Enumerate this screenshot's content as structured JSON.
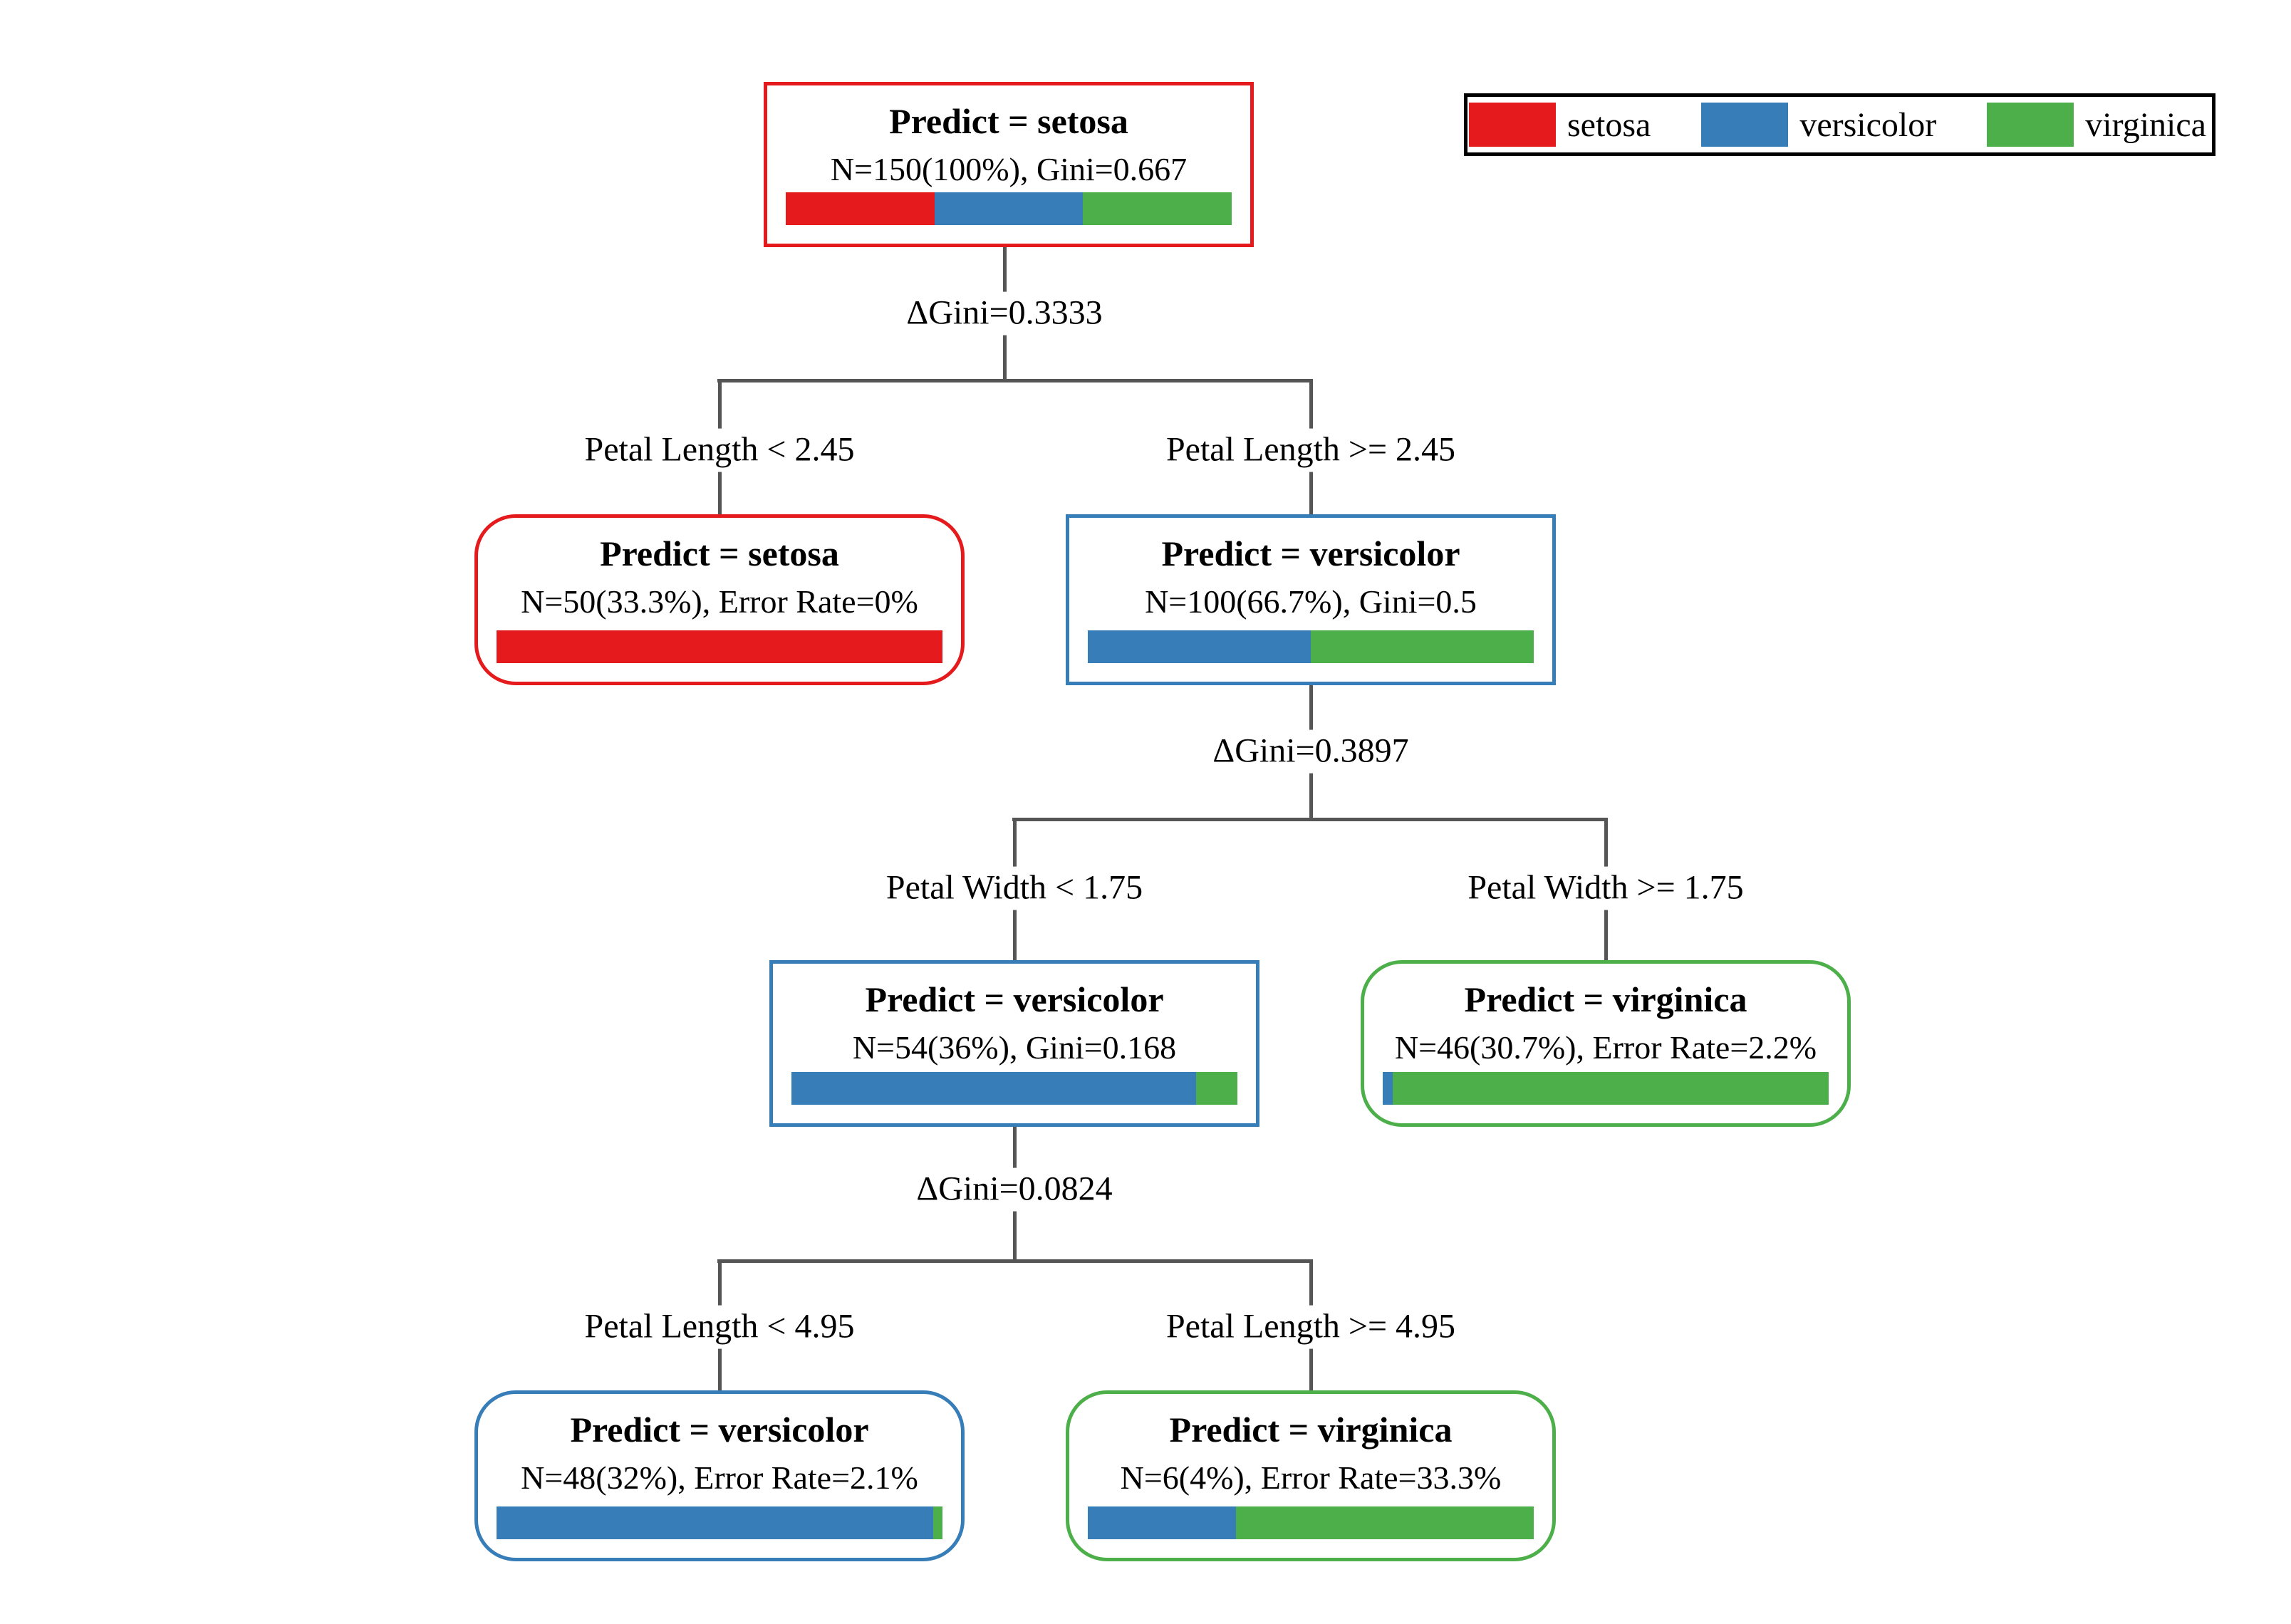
{
  "figure": {
    "type": "decision-tree",
    "description": "CART decision tree on iris classes"
  },
  "palette": {
    "setosa": "#e41a1c",
    "versicolor": "#377eb8",
    "virginica": "#4daf4a",
    "line": "#555555",
    "legend_border": "#000000"
  },
  "legend": {
    "items": [
      {
        "label": "setosa",
        "class": "setosa"
      },
      {
        "label": "versicolor",
        "class": "versicolor"
      },
      {
        "label": "virginica",
        "class": "virginica"
      }
    ]
  },
  "nodes": {
    "root": {
      "title": "Predict = setosa",
      "stats": "N=150(100%), Gini=0.667",
      "accent": "setosa",
      "kind": "internal",
      "bar": [
        [
          "setosa",
          33.33
        ],
        [
          "versicolor",
          33.33
        ],
        [
          "virginica",
          33.34
        ]
      ]
    },
    "n50": {
      "title": "Predict = setosa",
      "stats": "N=50(33.3%), Error Rate=0%",
      "accent": "setosa",
      "kind": "leaf",
      "bar": [
        [
          "setosa",
          100
        ]
      ]
    },
    "n100": {
      "title": "Predict = versicolor",
      "stats": "N=100(66.7%), Gini=0.5",
      "accent": "versicolor",
      "kind": "internal",
      "bar": [
        [
          "versicolor",
          50
        ],
        [
          "virginica",
          50
        ]
      ]
    },
    "n54": {
      "title": "Predict = versicolor",
      "stats": "N=54(36%), Gini=0.168",
      "accent": "versicolor",
      "kind": "internal",
      "bar": [
        [
          "versicolor",
          90.7
        ],
        [
          "virginica",
          9.3
        ]
      ]
    },
    "n46": {
      "title": "Predict = virginica",
      "stats": "N=46(30.7%), Error Rate=2.2%",
      "accent": "virginica",
      "kind": "leaf",
      "bar": [
        [
          "versicolor",
          2.2
        ],
        [
          "virginica",
          97.8
        ]
      ]
    },
    "n48": {
      "title": "Predict = versicolor",
      "stats": "N=48(32%), Error Rate=2.1%",
      "accent": "versicolor",
      "kind": "leaf",
      "bar": [
        [
          "versicolor",
          97.9
        ],
        [
          "virginica",
          2.1
        ]
      ]
    },
    "n6": {
      "title": "Predict = virginica",
      "stats": "N=6(4%), Error Rate=33.3%",
      "accent": "virginica",
      "kind": "leaf",
      "bar": [
        [
          "versicolor",
          33.3
        ],
        [
          "virginica",
          66.7
        ]
      ]
    }
  },
  "splits": {
    "s1": {
      "delta": "ΔGini=0.3333",
      "left": "Petal Length < 2.45",
      "right": "Petal Length >= 2.45"
    },
    "s2": {
      "delta": "ΔGini=0.3897",
      "left": "Petal Width < 1.75",
      "right": "Petal Width >= 1.75"
    },
    "s3": {
      "delta": "ΔGini=0.0824",
      "left": "Petal Length < 4.95",
      "right": "Petal Length >= 4.95"
    }
  }
}
